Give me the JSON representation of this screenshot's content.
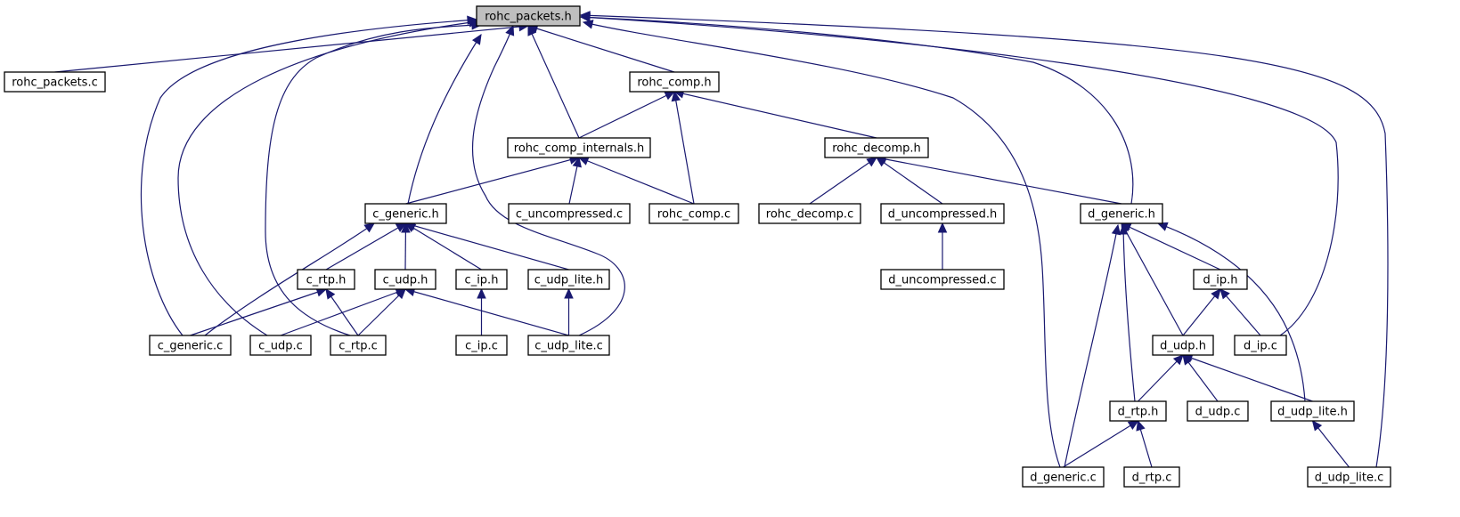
{
  "graph": {
    "root": "rohc_packets_h",
    "nodes": [
      {
        "id": "rohc_packets_h",
        "label": "rohc_packets.h"
      },
      {
        "id": "rohc_packets_c",
        "label": "rohc_packets.c"
      },
      {
        "id": "rohc_comp_h",
        "label": "rohc_comp.h"
      },
      {
        "id": "rohc_comp_internals_h",
        "label": "rohc_comp_internals.h"
      },
      {
        "id": "rohc_decomp_h",
        "label": "rohc_decomp.h"
      },
      {
        "id": "c_generic_h",
        "label": "c_generic.h"
      },
      {
        "id": "c_uncompressed_c",
        "label": "c_uncompressed.c"
      },
      {
        "id": "rohc_comp_c",
        "label": "rohc_comp.c"
      },
      {
        "id": "rohc_decomp_c",
        "label": "rohc_decomp.c"
      },
      {
        "id": "d_uncompressed_h",
        "label": "d_uncompressed.h"
      },
      {
        "id": "d_generic_h",
        "label": "d_generic.h"
      },
      {
        "id": "c_rtp_h",
        "label": "c_rtp.h"
      },
      {
        "id": "c_udp_h",
        "label": "c_udp.h"
      },
      {
        "id": "c_ip_h",
        "label": "c_ip.h"
      },
      {
        "id": "c_udp_lite_h",
        "label": "c_udp_lite.h"
      },
      {
        "id": "d_uncompressed_c",
        "label": "d_uncompressed.c"
      },
      {
        "id": "d_ip_h",
        "label": "d_ip.h"
      },
      {
        "id": "c_generic_c",
        "label": "c_generic.c"
      },
      {
        "id": "c_udp_c",
        "label": "c_udp.c"
      },
      {
        "id": "c_rtp_c",
        "label": "c_rtp.c"
      },
      {
        "id": "c_ip_c",
        "label": "c_ip.c"
      },
      {
        "id": "c_udp_lite_c",
        "label": "c_udp_lite.c"
      },
      {
        "id": "d_udp_h",
        "label": "d_udp.h"
      },
      {
        "id": "d_ip_c",
        "label": "d_ip.c"
      },
      {
        "id": "d_rtp_h",
        "label": "d_rtp.h"
      },
      {
        "id": "d_udp_c",
        "label": "d_udp.c"
      },
      {
        "id": "d_udp_lite_h",
        "label": "d_udp_lite.h"
      },
      {
        "id": "d_generic_c",
        "label": "d_generic.c"
      },
      {
        "id": "d_rtp_c",
        "label": "d_rtp.c"
      },
      {
        "id": "d_udp_lite_c",
        "label": "d_udp_lite.c"
      }
    ],
    "edges": [
      {
        "from": "rohc_packets_c",
        "to": "rohc_packets_h"
      },
      {
        "from": "rohc_comp_h",
        "to": "rohc_packets_h"
      },
      {
        "from": "rohc_comp_internals_h",
        "to": "rohc_packets_h"
      },
      {
        "from": "c_generic_h",
        "to": "rohc_packets_h"
      },
      {
        "from": "c_generic_c",
        "to": "rohc_packets_h"
      },
      {
        "from": "c_udp_c",
        "to": "rohc_packets_h"
      },
      {
        "from": "c_rtp_c",
        "to": "rohc_packets_h"
      },
      {
        "from": "c_udp_lite_c",
        "to": "rohc_packets_h"
      },
      {
        "from": "d_generic_c",
        "to": "rohc_packets_h"
      },
      {
        "from": "d_generic_h",
        "to": "rohc_packets_h"
      },
      {
        "from": "d_ip_c",
        "to": "rohc_packets_h"
      },
      {
        "from": "d_udp_lite_c",
        "to": "rohc_packets_h"
      },
      {
        "from": "rohc_comp_internals_h",
        "to": "rohc_comp_h"
      },
      {
        "from": "rohc_comp_c",
        "to": "rohc_comp_h"
      },
      {
        "from": "rohc_decomp_h",
        "to": "rohc_comp_h"
      },
      {
        "from": "c_generic_h",
        "to": "rohc_comp_internals_h"
      },
      {
        "from": "c_uncompressed_c",
        "to": "rohc_comp_internals_h"
      },
      {
        "from": "rohc_comp_c",
        "to": "rohc_comp_internals_h"
      },
      {
        "from": "rohc_decomp_c",
        "to": "rohc_decomp_h"
      },
      {
        "from": "d_uncompressed_h",
        "to": "rohc_decomp_h"
      },
      {
        "from": "d_generic_h",
        "to": "rohc_decomp_h"
      },
      {
        "from": "d_uncompressed_c",
        "to": "d_uncompressed_h"
      },
      {
        "from": "c_rtp_h",
        "to": "c_generic_h"
      },
      {
        "from": "c_udp_h",
        "to": "c_generic_h"
      },
      {
        "from": "c_ip_h",
        "to": "c_generic_h"
      },
      {
        "from": "c_udp_lite_h",
        "to": "c_generic_h"
      },
      {
        "from": "c_generic_c",
        "to": "c_generic_h"
      },
      {
        "from": "c_generic_c",
        "to": "c_rtp_h"
      },
      {
        "from": "c_rtp_c",
        "to": "c_rtp_h"
      },
      {
        "from": "c_udp_c",
        "to": "c_udp_h"
      },
      {
        "from": "c_rtp_c",
        "to": "c_udp_h"
      },
      {
        "from": "c_udp_lite_c",
        "to": "c_udp_h"
      },
      {
        "from": "c_ip_c",
        "to": "c_ip_h"
      },
      {
        "from": "c_udp_lite_c",
        "to": "c_udp_lite_h"
      },
      {
        "from": "d_ip_h",
        "to": "d_generic_h"
      },
      {
        "from": "d_udp_h",
        "to": "d_generic_h"
      },
      {
        "from": "d_rtp_h",
        "to": "d_generic_h"
      },
      {
        "from": "d_generic_c",
        "to": "d_generic_h"
      },
      {
        "from": "d_udp_lite_h",
        "to": "d_generic_h"
      },
      {
        "from": "d_udp_h",
        "to": "d_ip_h"
      },
      {
        "from": "d_ip_c",
        "to": "d_ip_h"
      },
      {
        "from": "d_rtp_h",
        "to": "d_udp_h"
      },
      {
        "from": "d_udp_c",
        "to": "d_udp_h"
      },
      {
        "from": "d_udp_lite_h",
        "to": "d_udp_h"
      },
      {
        "from": "d_generic_c",
        "to": "d_rtp_h"
      },
      {
        "from": "d_rtp_c",
        "to": "d_rtp_h"
      },
      {
        "from": "d_udp_lite_c",
        "to": "d_udp_lite_h"
      }
    ],
    "colors": {
      "edge": "#191970",
      "root_fill": "#bfbfbf",
      "node_fill": "#ffffff",
      "node_stroke": "#000000"
    }
  }
}
